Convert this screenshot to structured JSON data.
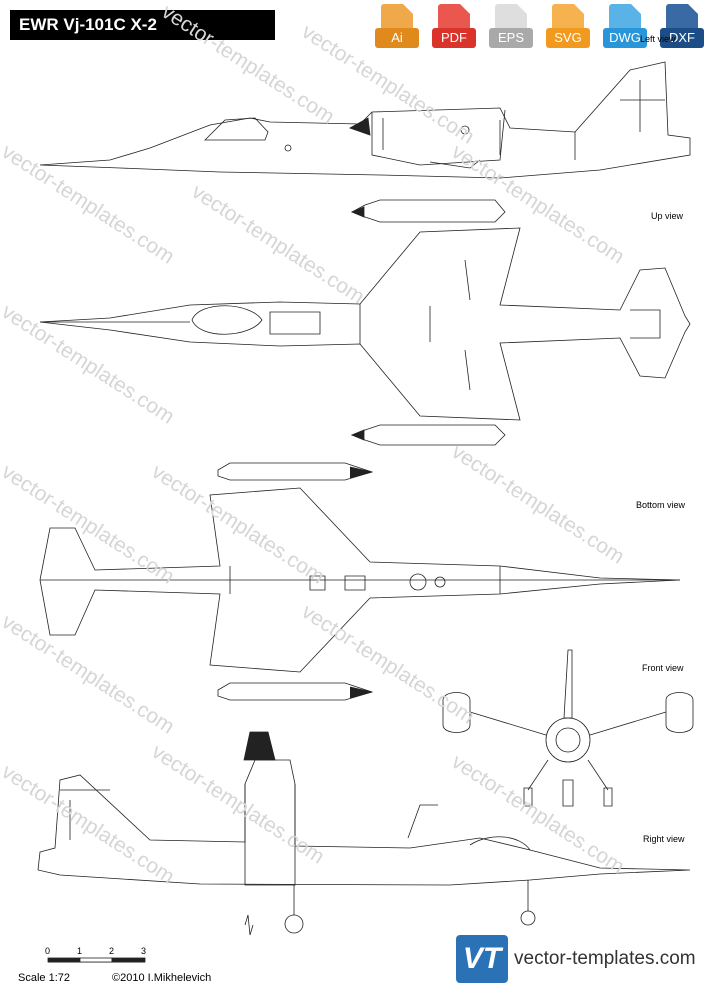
{
  "title": "EWR Vj-101C X-2",
  "formats": [
    {
      "label": "Ai",
      "color": "#e08a1e"
    },
    {
      "label": "PDF",
      "color": "#d9332b"
    },
    {
      "label": "EPS",
      "color": "#a9a9a9"
    },
    {
      "label": "SVG",
      "color": "#f29a1f"
    },
    {
      "label": "DWG",
      "color": "#2896d8"
    },
    {
      "label": "DXF",
      "color": "#1d4d86"
    }
  ],
  "views": {
    "left": "Left view",
    "up": "Up view",
    "bottom": "Bottom view",
    "front": "Front view",
    "right": "Right view"
  },
  "scale_bar": {
    "ticks": [
      "0",
      "1",
      "2",
      "3"
    ]
  },
  "scale_text": "Scale 1:72",
  "copyright": "©2010 I.Mikhelevich",
  "watermark": "vector-templates.com",
  "logo": {
    "mark": "VT",
    "text": "vector-templates.com"
  }
}
